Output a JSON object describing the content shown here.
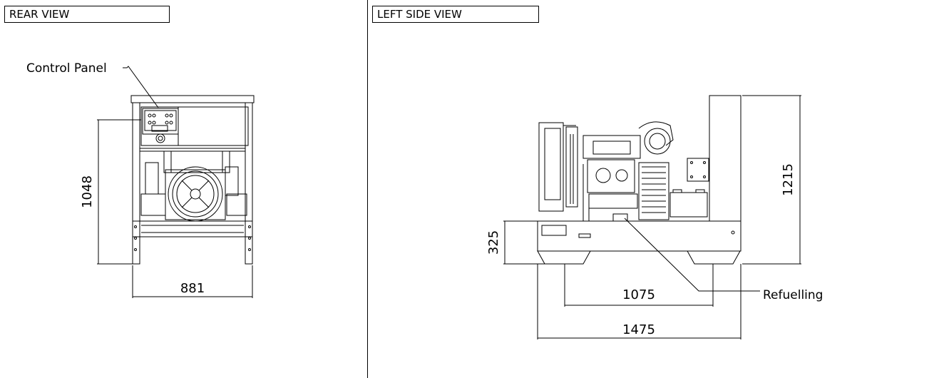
{
  "views": {
    "rear": {
      "title": "REAR VIEW"
    },
    "side": {
      "title": "LEFT SIDE VIEW"
    }
  },
  "labels": {
    "control_panel": "Control Panel",
    "refuelling": "Refuelling"
  },
  "dimensions": {
    "rear_height": "1048",
    "rear_width": "881",
    "side_height": "1215",
    "base_height": "325",
    "skid_spacing": "1075",
    "overall_length": "1475"
  }
}
